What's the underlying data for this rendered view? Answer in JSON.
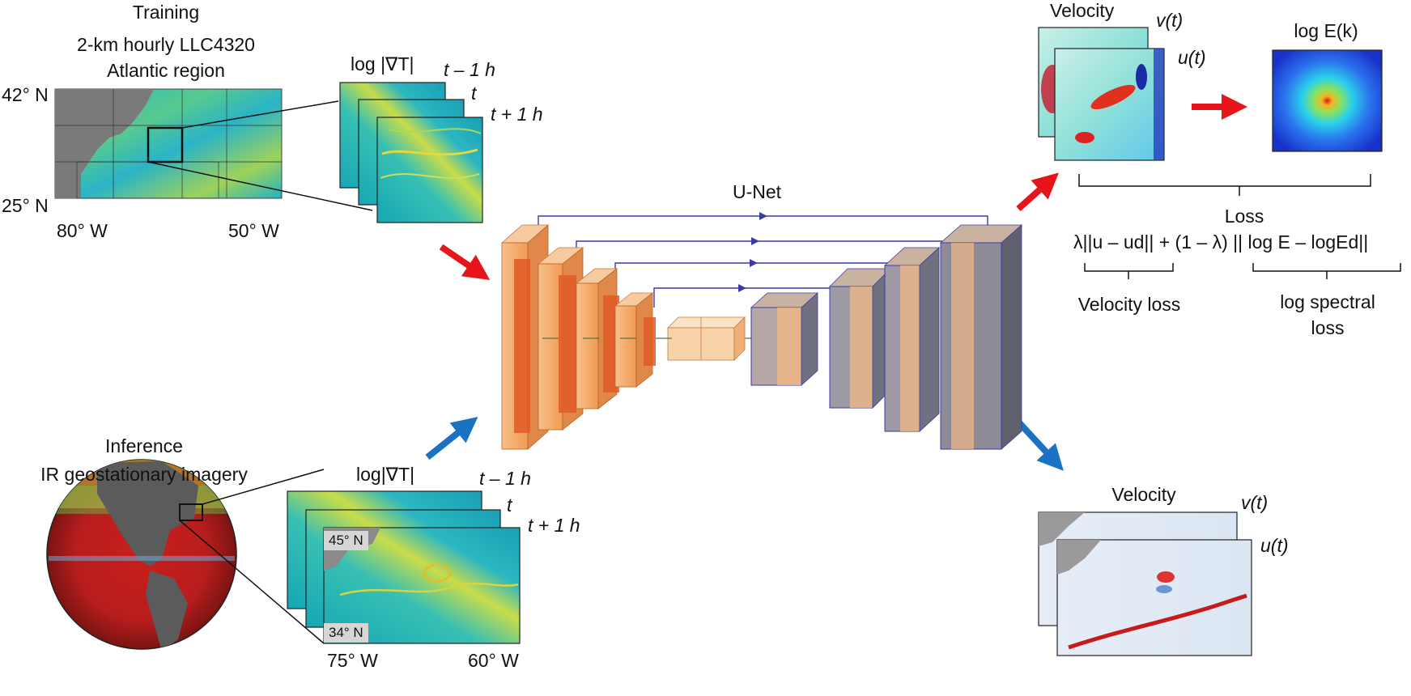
{
  "training": {
    "title": "Training",
    "line1": "2-km hourly LLC4320",
    "line2": "Atlantic region",
    "lat_top": "42° N",
    "lat_bottom": "25° N",
    "lon_left": "80° W",
    "lon_right": "50° W",
    "input_label": "log |∇T|",
    "t_minus": "t – 1 h",
    "t_now": "t",
    "t_plus": "t + 1 h"
  },
  "inference": {
    "title": "Inference",
    "subtitle": "IR geostationary imagery",
    "input_label": "log|∇T|",
    "t_minus": "t – 1 h",
    "t_now": "t",
    "t_plus": "t + 1 h",
    "lat_top": "45° N",
    "lat_bottom": "34° N",
    "lon_left": "75° W",
    "lon_right": "60° W"
  },
  "unet": {
    "title": "U-Net"
  },
  "output_train": {
    "velocity": "Velocity",
    "v": "v(t)",
    "u": "u(t)",
    "spectrum": "log E(k)"
  },
  "loss": {
    "title": "Loss",
    "formula": "λ||u – ud|| + (1 – λ) || log E – logEd||",
    "velocity_loss": "Velocity loss",
    "spectral_line1": "log spectral",
    "spectral_line2": "loss"
  },
  "output_infer": {
    "velocity": "Velocity",
    "v": "v(t)",
    "u": "u(t)"
  },
  "colors": {
    "training_arrow": "#e8141b",
    "inference_arrow": "#1a73c2",
    "skip_line": "#3a3aa8",
    "encoder": "#f2a66a",
    "decoder": "#7d7f8c"
  }
}
